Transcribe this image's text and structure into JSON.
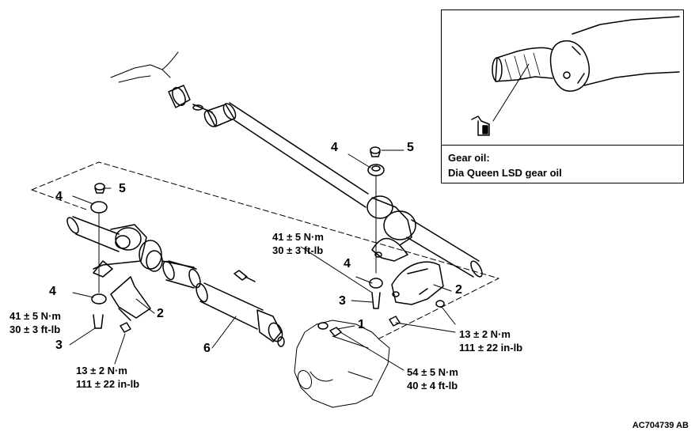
{
  "callouts": {
    "n1": "1",
    "n2": "2",
    "n3": "3",
    "n4": "4",
    "n5": "5",
    "n6": "6"
  },
  "torques": {
    "bracket_bolt_nm": "41 ± 5 N·m",
    "bracket_bolt_ftlb": "30 ± 3 ft-lb",
    "nut_nm": "13 ± 2 N·m",
    "nut_inlb": "111 ± 22 in-lb",
    "flange_nm": "54 ± 5 N·m",
    "flange_ftlb": "40 ± 4 ft-lb"
  },
  "inset": {
    "title": "Gear oil:",
    "value": "Dia Queen LSD gear oil"
  },
  "figure_code": "AC704739 AB",
  "colors": {
    "line": "#000000",
    "background": "#ffffff"
  }
}
